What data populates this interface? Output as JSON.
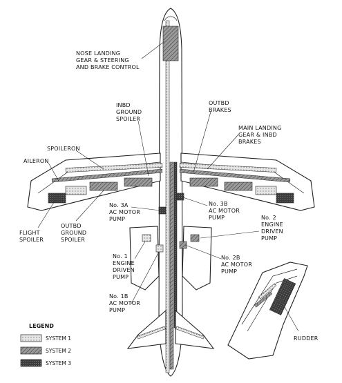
{
  "labels": {
    "nose_gear": [
      "NOSE LANDING",
      "GEAR & STEERING",
      "AND BRAKE CONTROL"
    ],
    "inbd_spoiler": [
      "INBD",
      "GROUND",
      "SPOILER"
    ],
    "outbd_brakes": [
      "OUTBD",
      "BRAKES"
    ],
    "main_gear": [
      "MAIN LANDING",
      "GEAR & INBD",
      "BRAKES"
    ],
    "spoileron": [
      "SPOILERON"
    ],
    "aileron": [
      "AILERON"
    ],
    "pump_3a": [
      "No. 3A",
      "AC MOTOR",
      "PUMP"
    ],
    "pump_3b": [
      "No. 3B",
      "AC MOTOR",
      "PUMP"
    ],
    "flight_spoiler": [
      "FLIGHT",
      "SPOILER"
    ],
    "outbd_spoiler": [
      "OUTBD",
      "GROUND",
      "SPOILER"
    ],
    "engine_pump_2": [
      "No. 2",
      "ENGINE",
      "DRIVEN",
      "PUMP"
    ],
    "engine_pump_1": [
      "No. 1",
      "ENGINE",
      "DRIVEN",
      "PUMP"
    ],
    "pump_2b": [
      "No. 2B",
      "AC MOTOR",
      "PUMP"
    ],
    "pump_1b": [
      "No. 1B",
      "AC MOTOR",
      "PUMP"
    ],
    "rudder": [
      "RUDDER"
    ]
  },
  "legend": {
    "title": "LEGEND",
    "items": [
      {
        "label": "SYSTEM 1",
        "fill": "#d8d8d8"
      },
      {
        "label": "SYSTEM 2",
        "fill": "#8c8c8c"
      },
      {
        "label": "SYSTEM 3",
        "fill": "#555555"
      }
    ]
  }
}
